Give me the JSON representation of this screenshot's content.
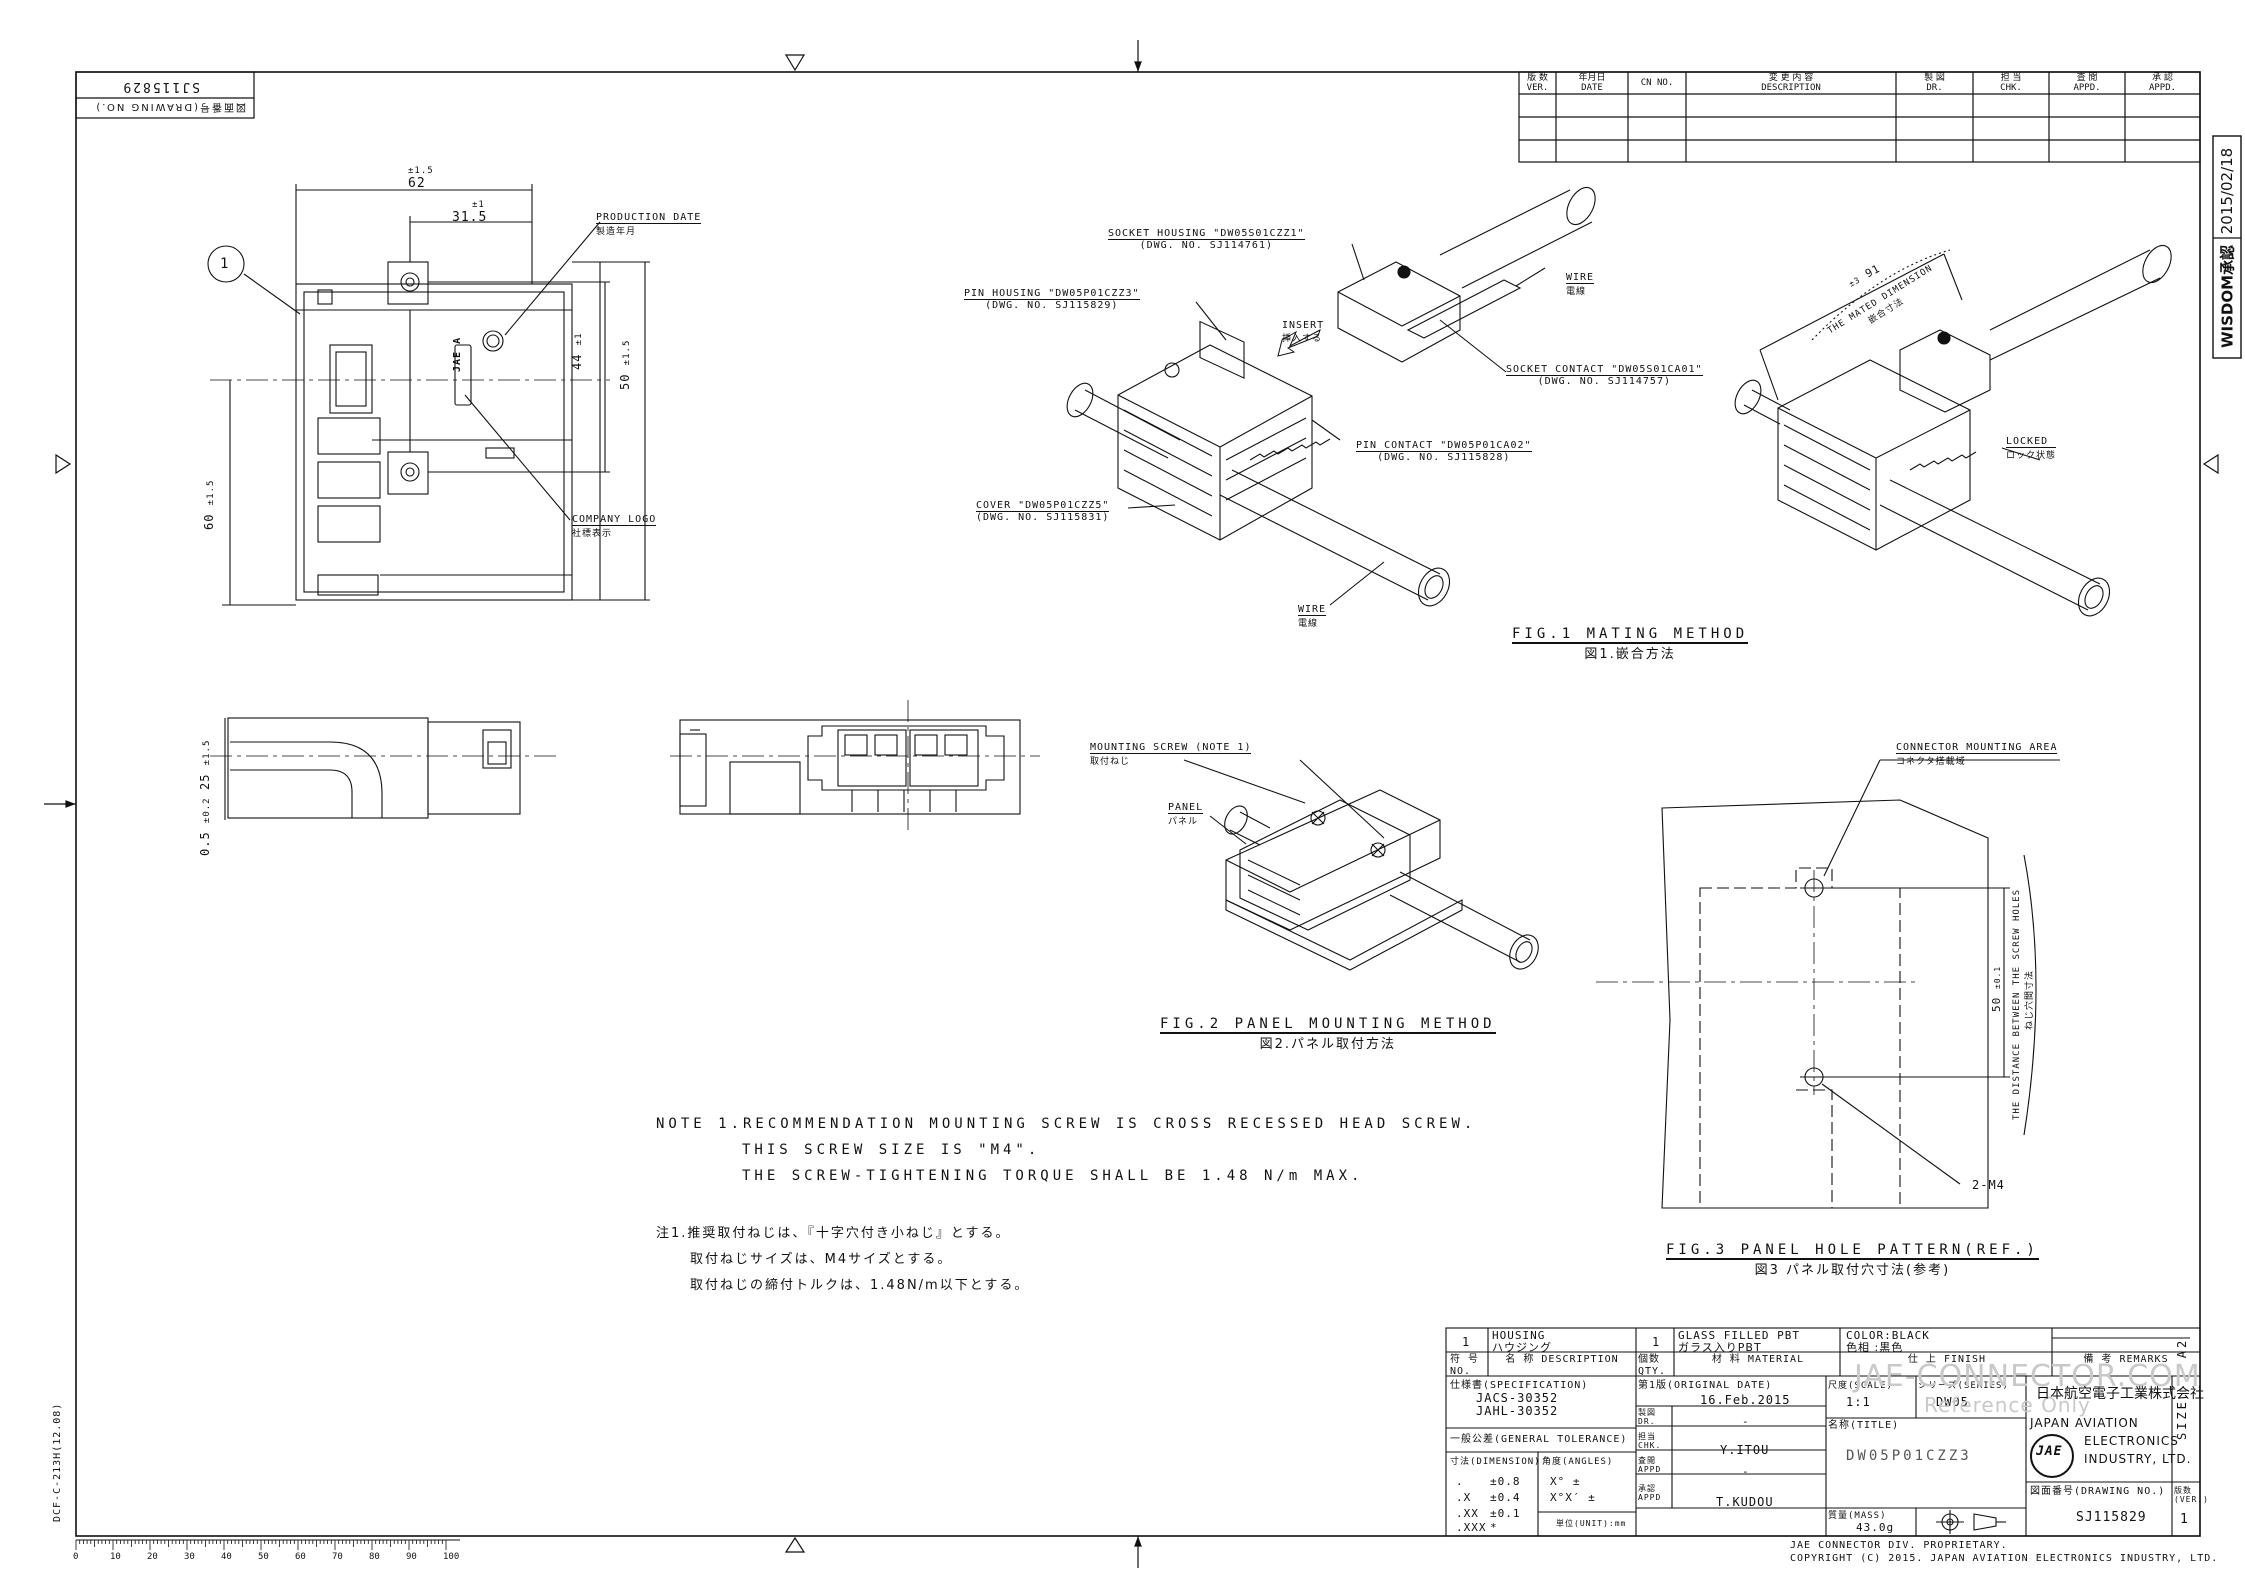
{
  "drawing_no_flipped": "SJ115829",
  "drawing_no_label_flipped": "図面番号(DRAWING NO.)",
  "revision_table": {
    "headers": [
      {
        "ja": "版 数",
        "en": "VER."
      },
      {
        "ja": "年月日",
        "en": "DATE"
      },
      {
        "ja": "",
        "en": "CN NO."
      },
      {
        "ja": "変 更 内 容",
        "en": "DESCRIPTION"
      },
      {
        "ja": "製 図",
        "en": "DR."
      },
      {
        "ja": "担 当",
        "en": "CHK."
      },
      {
        "ja": "査 閲",
        "en": "APPD."
      },
      {
        "ja": "承 認",
        "en": "APPD."
      }
    ]
  },
  "stamp": {
    "text": "WISDOM承認",
    "date": "2015/02/18"
  },
  "dims": {
    "d62": "62",
    "d62_tol": "±1.5",
    "d31_5": "31.5",
    "d31_5_tol": "±1",
    "d44": "44",
    "d44_tol": "±1",
    "d50a": "50",
    "d50a_tol": "±1.5",
    "d60": "60",
    "d60_tol": "±1.5",
    "d25": "25",
    "d25_tol": "±1.5",
    "d0_5": "0.5",
    "d0_5_tol": "±0.2",
    "d91": "91",
    "d91_tol": "±3",
    "d50b": "50",
    "d50b_tol": "±0.1",
    "balloon": "1"
  },
  "labels": {
    "production_date": "PRODUCTION DATE",
    "production_date_ja": "製造年月",
    "company_logo": "COMPANY LOGO",
    "company_logo_ja": "社標表示",
    "socket_housing": "SOCKET HOUSING \"DW05S01CZZ1\"",
    "socket_housing_dwg": "(DWG. NO. SJ114761)",
    "pin_housing": "PIN HOUSING \"DW05P01CZZ3\"",
    "pin_housing_dwg": "(DWG. NO. SJ115829)",
    "insert": "INSERT",
    "insert_ja": "挿入する",
    "wire1": "WIRE",
    "wire1_ja": "電線",
    "socket_contact": "SOCKET CONTACT \"DW05S01CA01\"",
    "socket_contact_dwg": "(DWG. NO. SJ114757)",
    "pin_contact": "PIN CONTACT \"DW05P01CA02\"",
    "pin_contact_dwg": "(DWG. NO. SJ115828)",
    "cover": "COVER \"DW05P01CZZ5\"",
    "cover_dwg": "(DWG. NO. SJ115831)",
    "wire2": "WIRE",
    "wire2_ja": "電線",
    "mated_dim": "THE MATED DIMENSION",
    "mated_dim_ja": "嵌合寸法",
    "locked": "LOCKED",
    "locked_ja": "ロック状態",
    "mounting_screw": "MOUNTING SCREW  (NOTE 1)",
    "mounting_screw_ja": "取付ねじ",
    "panel": "PANEL",
    "panel_ja": "パネル",
    "connector_area": "CONNECTOR MOUNTING AREA",
    "connector_area_ja": "コネクタ搭載域",
    "screw_holes": "THE DISTANCE BETWEEN THE SCREW HOLES",
    "screw_holes_ja": "ねじ穴間寸法",
    "m4": "2-M4",
    "logo_small": "JAE",
    "logo_small_a": "A"
  },
  "figures": {
    "fig1": "FIG.1 MATING METHOD",
    "fig1_ja": "図1.嵌合方法",
    "fig2": "FIG.2 PANEL MOUNTING METHOD",
    "fig2_ja": "図2.パネル取付方法",
    "fig3": "FIG.3 PANEL HOLE PATTERN(REF.)",
    "fig3_ja": "図3 パネル取付穴寸法(参考)"
  },
  "notes": {
    "en1": "NOTE 1.RECOMMENDATION MOUNTING SCREW IS CROSS RECESSED HEAD SCREW.",
    "en2": "THIS SCREW SIZE IS \"M4\".",
    "en3": "THE SCREW-TIGHTENING TORQUE SHALL BE 1.48 N/m MAX.",
    "ja1": "注1.推奨取付ねじは、『十字穴付き小ねじ』とする。",
    "ja2": "取付ねじサイズは、M4サイズとする。",
    "ja3": "取付ねじの締付トルクは、1.48N/m以下とする。"
  },
  "title_block": {
    "item_no": "1",
    "item_desc_en": "HOUSING",
    "item_desc_ja": "ハウジング",
    "qty": "1",
    "material_en": "GLASS FILLED PBT",
    "material_ja": "ガラス入りPBT",
    "finish_en": "COLOR:BLACK",
    "finish_ja": "色相 :黒色",
    "h_no": "符 号 NO.",
    "h_desc": "名 称 DESCRIPTION",
    "h_qty": "個数 QTY.",
    "h_mat": "材 料 MATERIAL",
    "h_fin": "仕 上 FINISH",
    "h_rem": "備 考 REMARKS",
    "spec_label": "仕様書(SPECIFICATION)",
    "spec1": "JACS-30352",
    "spec2": "JAHL-30352",
    "orig_label": "第1版(ORIGINAL DATE)",
    "orig_date": "16.Feb.2015",
    "scale_label": "尺度(SCALE)",
    "scale": "1:1",
    "series_label": "シリーズ(SERIES)",
    "series": "DW05",
    "dr_label": "製図 DR.",
    "dr": "-",
    "chk_label": "担当 CHK.",
    "chk": "Y.ITOU",
    "appd1_label": "査閲 APPD",
    "appd1": "-",
    "appd2_label": "承認 APPD",
    "appd2": "T.KUDOU",
    "title_label": "名称(TITLE)",
    "title": "DW05P01CZZ3",
    "tol_label": "一般公差(GENERAL TOLERANCE)",
    "tol_dim": "寸法(DIMENSION)",
    "tol_ang": "角度(ANGLES)",
    "tol_rows": [
      "±0.8",
      "±0.4",
      "±0.1",
      "*"
    ],
    "tol_fmt": [
      ".",
      ".X",
      ".XX",
      ".XXX"
    ],
    "ang_rows": [
      "X°  ±",
      "X°X′ ±"
    ],
    "unit": "単位(UNIT):mm",
    "mass_label": "質量(MASS)",
    "mass": "43.0g",
    "company_ja": "日本航空電子工業株式会社",
    "company_en1": "JAPAN AVIATION",
    "company_en2": "ELECTRONICS",
    "company_en3": "INDUSTRY, LTD.",
    "logo": "JAE",
    "dwg_label": "図面番号(DRAWING NO.)",
    "dwg_no": "SJ115829",
    "ver_label": "版数 (VER.)",
    "ver": "1",
    "size_label": "SIZE",
    "size": "A2",
    "watermark1": "JAE-CONNECTOR.COM",
    "watermark2": "Reference Only"
  },
  "footer": {
    "prop": "JAE CONNECTOR DIV. PROPRIETARY.",
    "copy": "COPYRIGHT (C) 2015. JAPAN AVIATION ELECTRONICS INDUSTRY, LTD.",
    "form": "DCF-C-213H(12.08)",
    "ruler": [
      "0",
      "10",
      "20",
      "30",
      "40",
      "50",
      "60",
      "70",
      "80",
      "90",
      "100"
    ]
  }
}
